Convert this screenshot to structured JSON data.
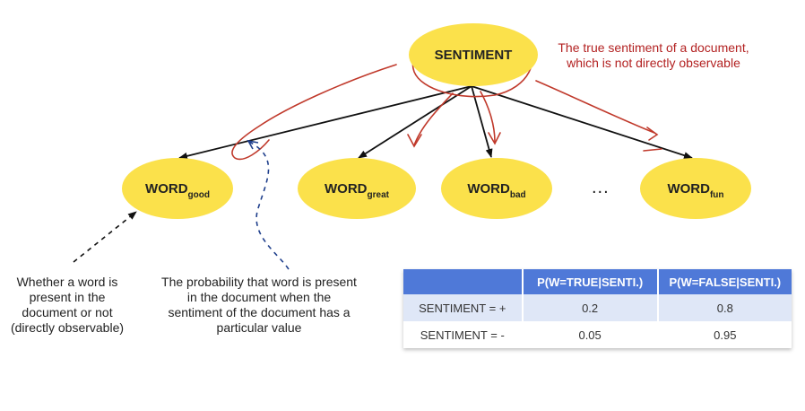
{
  "nodes": {
    "sentiment": {
      "label": "SENTIMENT"
    },
    "words": [
      {
        "base": "WORD",
        "sub": "good"
      },
      {
        "base": "WORD",
        "sub": "great"
      },
      {
        "base": "WORD",
        "sub": "bad"
      },
      {
        "base": "WORD",
        "sub": "fun"
      }
    ],
    "ellipsis": "..."
  },
  "annotations": {
    "sentiment_note": [
      "The true sentiment of a document,",
      "which is not directly observable"
    ],
    "word_note": [
      "Whether a word is",
      "present in the",
      "document or not",
      "(directly observable)"
    ],
    "probability_note": [
      "The probability that word is present",
      "in the document when the",
      "sentiment of the document has a",
      "particular value"
    ]
  },
  "table": {
    "headers": [
      "",
      "P(W=TRUE|SENTI.)",
      "P(W=FALSE|SENTI.)"
    ],
    "rows": [
      [
        "SENTIMENT = +",
        "0.2",
        "0.8"
      ],
      [
        "SENTIMENT = -",
        "0.05",
        "0.95"
      ]
    ]
  },
  "colors": {
    "node_fill": "#fbe14b",
    "annotation_red": "#b32222",
    "dashed_blue": "#1f3f8c",
    "table_header": "#4f79d8",
    "table_shaded_row": "#dfe7f7"
  }
}
